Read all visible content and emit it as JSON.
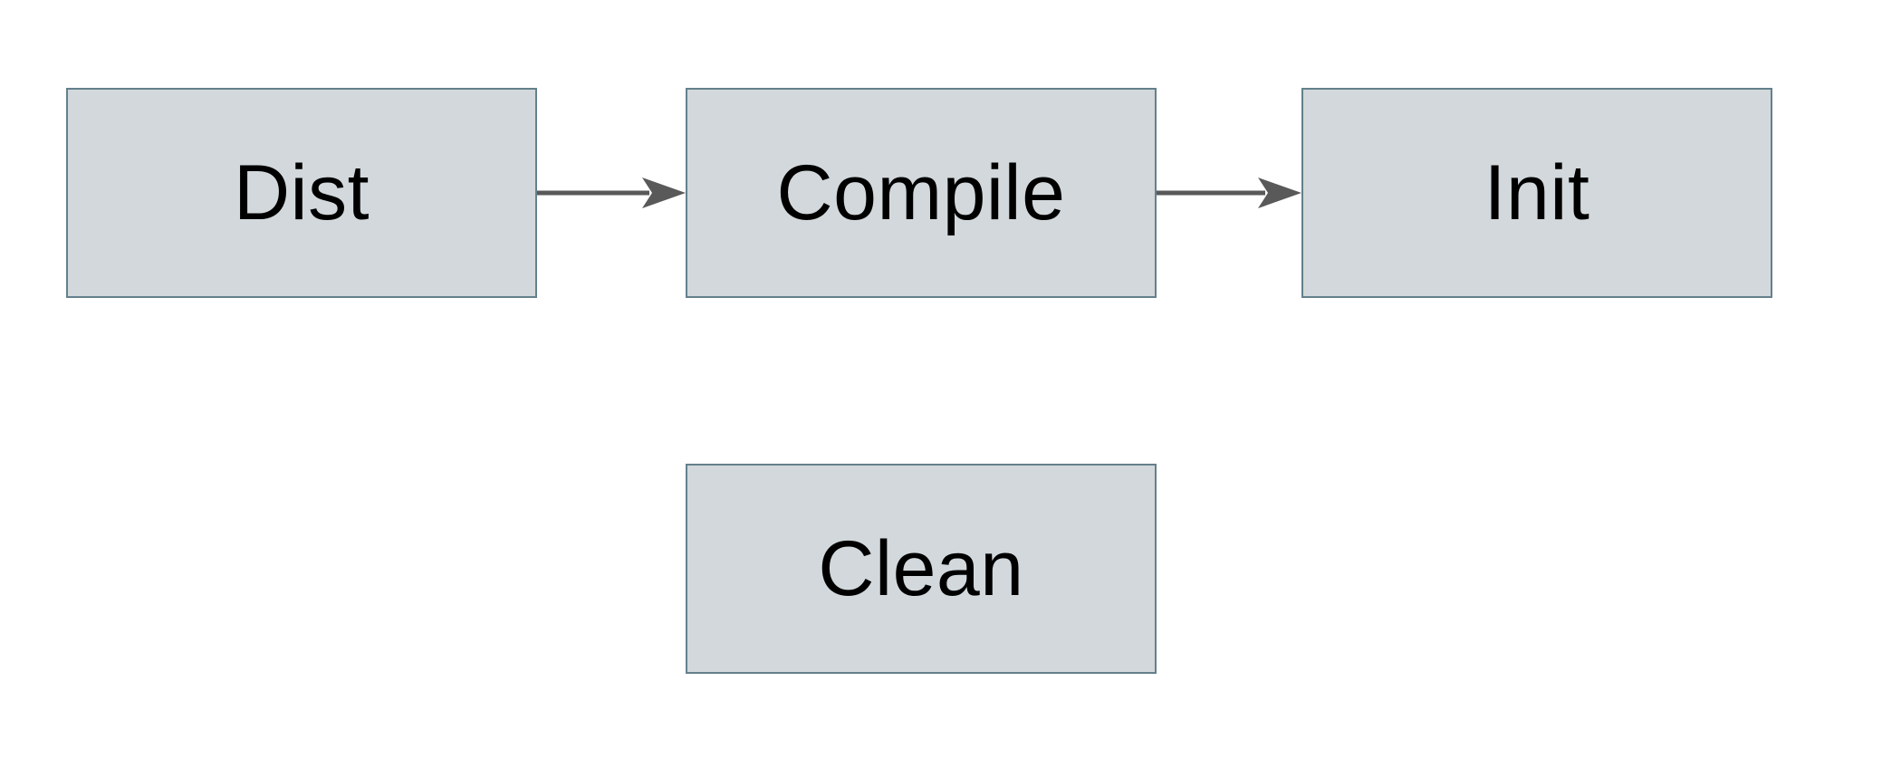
{
  "diagram": {
    "type": "flowchart",
    "nodes": [
      {
        "id": "dist",
        "label": "Dist"
      },
      {
        "id": "compile",
        "label": "Compile"
      },
      {
        "id": "init",
        "label": "Init"
      },
      {
        "id": "clean",
        "label": "Clean"
      }
    ],
    "edges": [
      {
        "from": "Dist",
        "to": "Compile",
        "style": "solid-arrow"
      },
      {
        "from": "Compile",
        "to": "Init",
        "style": "solid-arrow"
      }
    ],
    "colors": {
      "canvas_bg": "#ffffff",
      "node_fill": "#d2d8db",
      "node_border": "#64808c",
      "arrow_color": "#595959",
      "text_color": "#000000"
    }
  }
}
